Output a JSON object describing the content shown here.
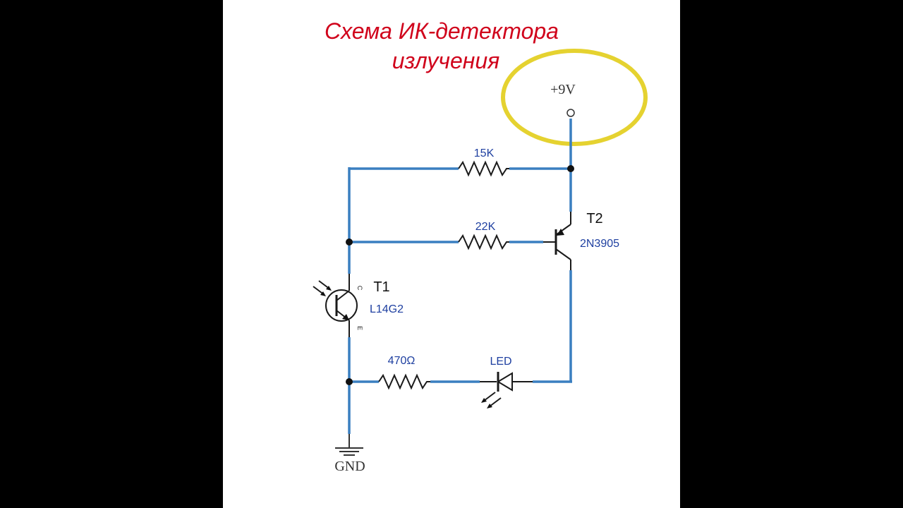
{
  "title": {
    "line1": "Схема ИК-детектора",
    "line2": "излучения"
  },
  "supply": {
    "label": "+9V"
  },
  "ground": {
    "label": "GND"
  },
  "resistors": {
    "r1": "15K",
    "r2": "22K",
    "r3": "470Ω"
  },
  "transistors": {
    "t1": {
      "name": "T1",
      "part": "L14G2",
      "pin_c": "C",
      "pin_e": "E"
    },
    "t2": {
      "name": "T2",
      "part": "2N3905"
    }
  },
  "led": {
    "label": "LED"
  },
  "colors": {
    "wire": "#3a7fc0",
    "title": "#d0021b",
    "highlight": "#e5d230",
    "component_label": "#1e3fa0"
  }
}
